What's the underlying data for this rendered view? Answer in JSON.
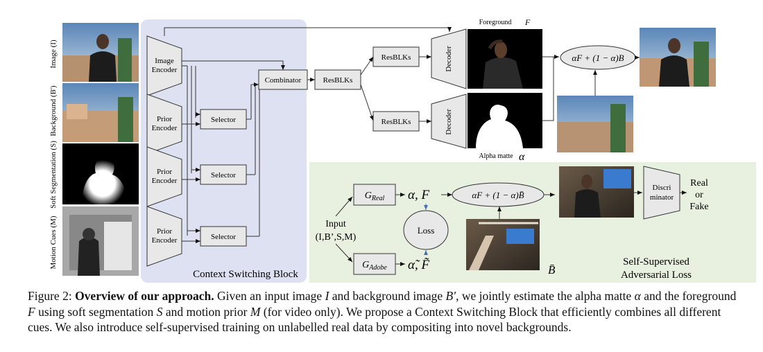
{
  "figure": {
    "side_labels": {
      "image": "Image (I)",
      "background": "Background (B')",
      "soft_segmentation": "Soft Segmentation (S)",
      "motion_cues": "Motion Cues (M)"
    },
    "context_block": {
      "title": "Context Switching Block",
      "image_encoder": [
        "Image",
        "Encoder"
      ],
      "prior_encoder": [
        "Prior",
        "Encoder"
      ],
      "selector": "Selector",
      "combinator": "Combinator"
    },
    "resblks": "ResBLKs",
    "decoder": "Decoder",
    "foreground_label": "Foreground",
    "foreground_symbol": "F",
    "alpha_label": "Alpha matte",
    "alpha_symbol": "α",
    "composite_formula": "αF + (1 − α)B",
    "adversarial": {
      "input_label": "Input",
      "input_args": "(I,B’,S,M)",
      "g_real": "Real",
      "g_adobe": "Adobe",
      "g_letter": "G",
      "real_out": "α,  F",
      "adobe_out": "α̃,  F̃",
      "loss": "Loss",
      "composite_formula": "αF + (1 − α)B̄",
      "bbar": "B̄",
      "discriminator": [
        "Discri",
        "minator"
      ],
      "verdict": [
        "Real",
        "or",
        "Fake"
      ],
      "title": [
        "Self-Supervised",
        "Adversarial Loss"
      ]
    },
    "colors": {
      "context_block_bg": "#dde1f2",
      "adversarial_bg": "#e8f1e0",
      "box_fill": "#e8e8e8",
      "arrow_blue": "#4a6fb5"
    }
  },
  "caption": {
    "label": "Figure 2:",
    "bold": "Overview of our approach.",
    "p1": " Given an input image ",
    "I": "I",
    "p2": " and background image ",
    "B": "B′",
    "p3": ", we jointly estimate the alpha matte ",
    "alpha": "α",
    "p4": " and the foreground ",
    "F": "F",
    "p5": " using soft segmentation ",
    "S": "S",
    "p6": " and motion prior ",
    "M": "M",
    "p7": " (for video only). We propose a Context Switching Block that efficiently combines all different cues. We also introduce self-supervised training on unlabelled real data by compositing into novel backgrounds."
  }
}
